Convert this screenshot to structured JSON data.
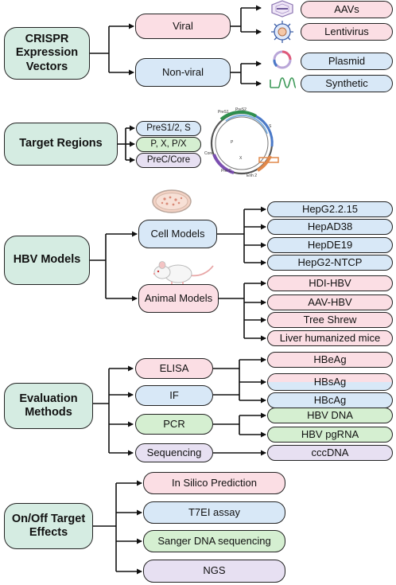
{
  "diagram": {
    "sections": [
      {
        "category": "CRISPR Expression Vectors",
        "branches": [
          {
            "label": "Viral",
            "items": [
              "AAVs",
              "Lentivirus"
            ]
          },
          {
            "label": "Non-viral",
            "items": [
              "Plasmid",
              "Synthetic"
            ]
          }
        ]
      },
      {
        "category": "Target Regions",
        "items": [
          "PreS1/2, S",
          "P, X, P/X",
          "PreC/Core"
        ],
        "genome_map_labels": [
          "PreS1",
          "PreS2",
          "S",
          "Core",
          "Pre-C",
          "Enh 2",
          "X",
          "P"
        ]
      },
      {
        "category": "HBV Models",
        "branches": [
          {
            "label": "Cell Models",
            "items": [
              "HepG2.2.15",
              "HepAD38",
              "HepDE19",
              "HepG2-NTCP"
            ]
          },
          {
            "label": "Animal Models",
            "items": [
              "HDI-HBV",
              "AAV-HBV",
              "Tree Shrew",
              "Liver humanized mice"
            ]
          }
        ]
      },
      {
        "category": "Evaluation Methods",
        "methods": [
          "ELISA",
          "IF",
          "PCR",
          "Sequencing"
        ],
        "results": [
          "HBeAg",
          "HBsAg",
          "HBcAg",
          "HBV DNA",
          "HBV pgRNA",
          "cccDNA"
        ]
      },
      {
        "category": "On/Off Target Effects",
        "items": [
          "In Silico Prediction",
          "T7EI assay",
          "Sanger DNA sequencing",
          "NGS"
        ]
      }
    ]
  },
  "colors": {
    "category": "#d5ece2",
    "pink": "#fbdee4",
    "blue": "#d8e8f7",
    "green": "#d5efd1",
    "purple": "#e7e0f2",
    "line": "#111111"
  },
  "icons": [
    "aav-icon",
    "lentivirus-icon",
    "plasmid-icon",
    "synthetic-rna-icon",
    "hbv-genome-map-icon",
    "petri-dish-icon",
    "mouse-icon"
  ]
}
